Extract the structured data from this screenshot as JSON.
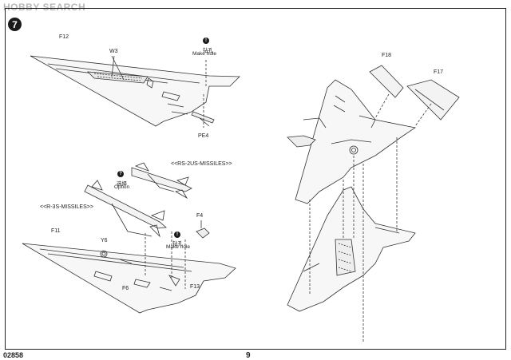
{
  "watermark": "HOBBY SEARCH",
  "step_number": "7",
  "footer": {
    "kit_number": "02858",
    "page_number": "9"
  },
  "labels": {
    "f12": "F12",
    "w3": "W3",
    "pe4": "PE4",
    "drill_cn_top": "钻孔",
    "make_hole_top": "Make hole",
    "rs2us": "<<RS-2US-MISSILES>>",
    "r3s": "<<R-3S-MISSILES>>",
    "option_cn": "选择",
    "option": "Option",
    "f4": "F4",
    "drill_cn_mid": "钻孔",
    "make_hole_mid": "Make hole",
    "f11": "F11",
    "y6": "Y6",
    "f6": "F6",
    "f13": "F13",
    "f18": "F18",
    "f17": "F17"
  },
  "icons": {
    "drill_top": "drill-icon",
    "option_mark": "option-icon",
    "drill_mid": "drill-icon"
  }
}
